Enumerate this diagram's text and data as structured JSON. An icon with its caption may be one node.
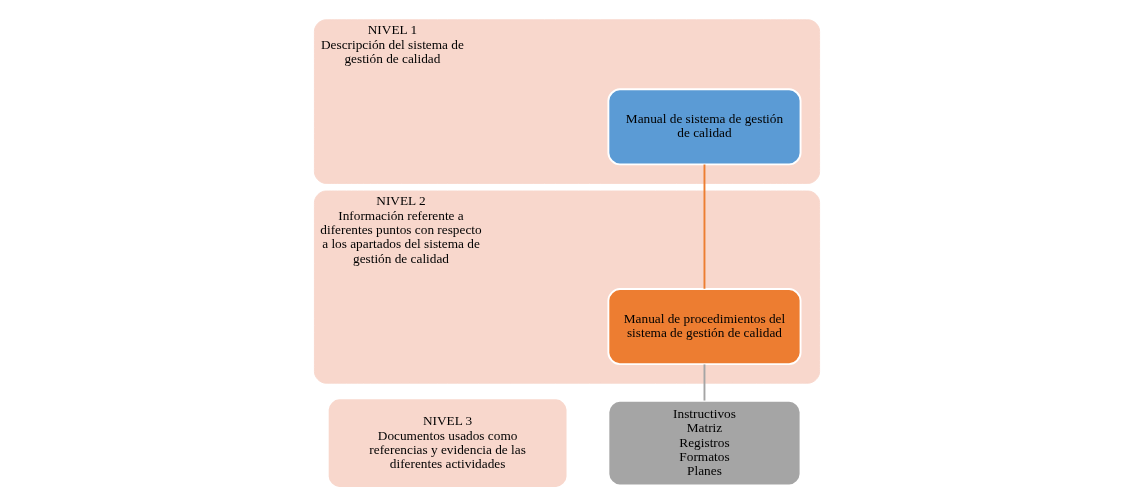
{
  "diagram": {
    "nodes": [
      {
        "text": [
          "NIVEL 1",
          "Descripción del sistema de gestión de calidad"
        ]
      },
      {
        "text": [
          "Manual de sistema de gestión de calidad"
        ],
        "in": 0
      },
      {
        "text": [
          "NIVEL 2",
          "Información referente a diferentes puntos con respecto a los apartados del sistema de gestión de calidad"
        ]
      },
      {
        "text": [
          "Manual de procedimientos del sistema de gestión de calidad"
        ],
        "in": 2
      },
      {
        "text": [
          "NIVEL 3",
          "Documentos usados como referencias y evidencia de las diferentes actividades"
        ]
      },
      {
        "text": [
          "Instructivos",
          "Matriz",
          "Registros",
          "Formatos",
          "Planes"
        ]
      }
    ],
    "edges": [
      {
        "from": 1,
        "to": 3,
        "arrow": "none",
        "color": "#ed7d31"
      },
      {
        "from": 3,
        "to": 5,
        "arrow": "none",
        "color": "#a5a5a5"
      }
    ]
  }
}
